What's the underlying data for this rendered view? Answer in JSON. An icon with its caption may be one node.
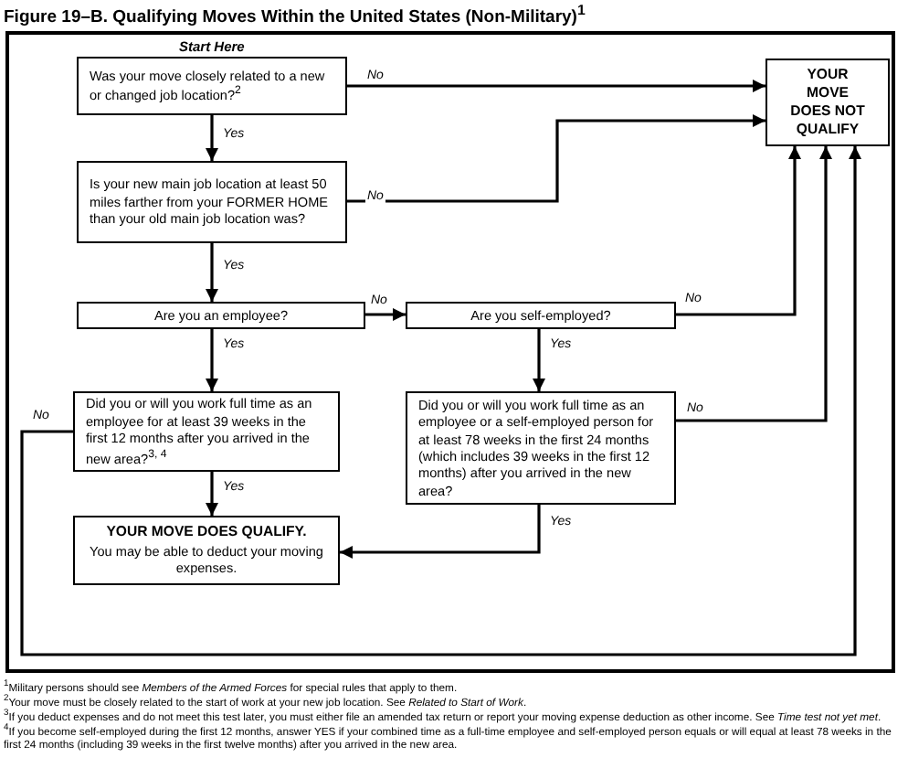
{
  "diagram": {
    "title": "Figure 19–B. Qualifying Moves Within the United States (Non-Military)$^{1}$",
    "nodes": [
      {
        "text": [
          "Was your move closely related to a new or changed job location?$^{2}$"
        ],
        "beside": [
          "Start Here"
        ]
      },
      {
        "text": [
          "YOUR MOVE DOES NOT QUALIFY"
        ]
      },
      {
        "text": [
          "Is your new main job location at least 50 miles farther from your FORMER HOME than your old main job location was?"
        ]
      },
      {
        "text": [
          "Are you an employee?"
        ]
      },
      {
        "text": [
          "Are you self-employed?"
        ]
      },
      {
        "text": [
          "Did you or will you work full time as an employee for at least 39 weeks in the first 12 months after you arrived in the new area?$^{3, 4}$"
        ]
      },
      {
        "text": [
          "Did you or will you work full time as an employee or a self-employed person for at least 78 weeks in the first 24 months (which includes 39 weeks in the first 12 months) after you arrived in the new area?"
        ]
      },
      {
        "text": [
          "YOUR MOVE DOES QUALIFY.",
          "You may be able to deduct your moving expenses."
        ]
      }
    ],
    "edges": [
      {
        "from": 0,
        "to": 1,
        "arrow": "to",
        "label": "No"
      },
      {
        "from": 0,
        "to": 2,
        "arrow": "to",
        "label": "Yes"
      },
      {
        "from": 2,
        "to": 1,
        "arrow": "to",
        "label": "No"
      },
      {
        "from": 2,
        "to": 3,
        "arrow": "to",
        "label": "Yes"
      },
      {
        "from": 3,
        "to": 4,
        "arrow": "to",
        "label": "No"
      },
      {
        "from": 3,
        "to": 5,
        "arrow": "to",
        "label": "Yes"
      },
      {
        "from": 4,
        "to": 1,
        "arrow": "to",
        "label": "No"
      },
      {
        "from": 4,
        "to": 6,
        "arrow": "to",
        "label": "Yes"
      },
      {
        "from": 5,
        "to": 7,
        "arrow": "to",
        "label": "Yes"
      },
      {
        "from": 5,
        "to": 1,
        "arrow": "to",
        "label": "No"
      },
      {
        "from": 6,
        "to": 7,
        "arrow": "to",
        "label": "Yes"
      },
      {
        "from": 6,
        "to": 1,
        "arrow": "to",
        "label": "No"
      }
    ],
    "labels": [
      "$^{1}$Military persons should see *Members of the Armed Forces* for special rules that apply to them.",
      "$^{2}$Your move must be closely related to the start of work at your new job location. See *Related to Start of Work*.",
      "$^{3}$If you deduct expenses and do not meet this test later, you must either file an amended tax return or report your moving expense deduction as other income. See *Time test not yet met*.",
      "$^{4}$If you become self-employed during the first 12 months, answer YES if your combined time as a full-time employee and self-employed person equals or will equal at least 78 weeks in the first 24 months (including 39 weeks in the first twelve months) after you arrived in the new area."
    ]
  }
}
